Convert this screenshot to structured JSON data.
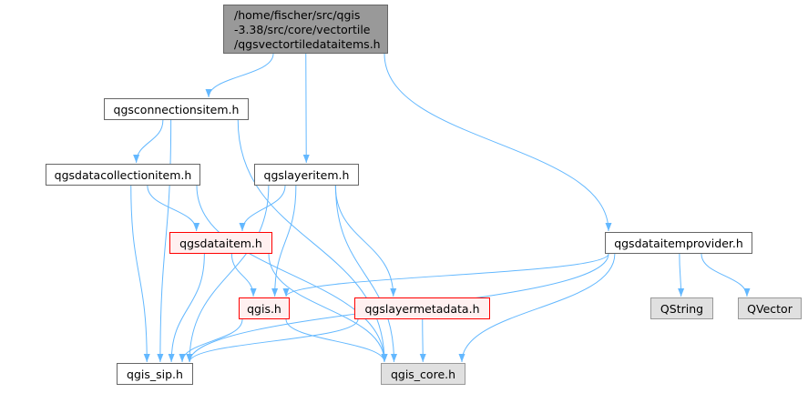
{
  "graph": {
    "root": {
      "lines": [
        "/home/fischer/src/qgis",
        "-3.38/src/core/vectortile",
        "/qgsvectortiledataitems.h"
      ]
    },
    "nodes": [
      {
        "id": "connectionitem",
        "label": "qgsconnectionsitem.h",
        "style": "normal"
      },
      {
        "id": "datacollectionitem",
        "label": "qgsdatacollectionitem.h",
        "style": "normal"
      },
      {
        "id": "layeritem",
        "label": "qgslayeritem.h",
        "style": "normal"
      },
      {
        "id": "dataitemprovider",
        "label": "qgsdataitemprovider.h",
        "style": "normal"
      },
      {
        "id": "dataitem",
        "label": "qgsdataitem.h",
        "style": "red"
      },
      {
        "id": "qgis",
        "label": "qgis.h",
        "style": "red"
      },
      {
        "id": "layermetadata",
        "label": "qgslayermetadata.h",
        "style": "red"
      },
      {
        "id": "qstring",
        "label": "QString",
        "style": "grey"
      },
      {
        "id": "qvector",
        "label": "QVector",
        "style": "grey"
      },
      {
        "id": "qgissip",
        "label": "qgis_sip.h",
        "style": "normal"
      },
      {
        "id": "qgiscore",
        "label": "qgis_core.h",
        "style": "grey"
      }
    ],
    "edges": [
      [
        "root",
        "connectionitem"
      ],
      [
        "root",
        "layeritem"
      ],
      [
        "root",
        "dataitemprovider"
      ],
      [
        "connectionitem",
        "datacollectionitem"
      ],
      [
        "connectionitem",
        "qgissip"
      ],
      [
        "connectionitem",
        "qgiscore"
      ],
      [
        "datacollectionitem",
        "dataitem"
      ],
      [
        "datacollectionitem",
        "qgissip"
      ],
      [
        "datacollectionitem",
        "qgiscore"
      ],
      [
        "layeritem",
        "dataitem"
      ],
      [
        "layeritem",
        "qgis"
      ],
      [
        "layeritem",
        "layermetadata"
      ],
      [
        "layeritem",
        "qgissip"
      ],
      [
        "layeritem",
        "qgiscore"
      ],
      [
        "dataitem",
        "qgis"
      ],
      [
        "dataitem",
        "qgissip"
      ],
      [
        "dataitem",
        "qgiscore"
      ],
      [
        "qgis",
        "qgissip"
      ],
      [
        "qgis",
        "qgiscore"
      ],
      [
        "layermetadata",
        "qgissip"
      ],
      [
        "layermetadata",
        "qgiscore"
      ],
      [
        "dataitemprovider",
        "qgis"
      ],
      [
        "dataitemprovider",
        "qgissip"
      ],
      [
        "dataitemprovider",
        "qgiscore"
      ],
      [
        "dataitemprovider",
        "qstring"
      ],
      [
        "dataitemprovider",
        "qvector"
      ]
    ],
    "colors": {
      "edge": "#63b8ff",
      "node_border": "#666666",
      "root_fill": "#999999",
      "red_border": "#ff0000",
      "red_fill": "#fff0f0",
      "grey_fill": "#e0e0e0"
    }
  }
}
